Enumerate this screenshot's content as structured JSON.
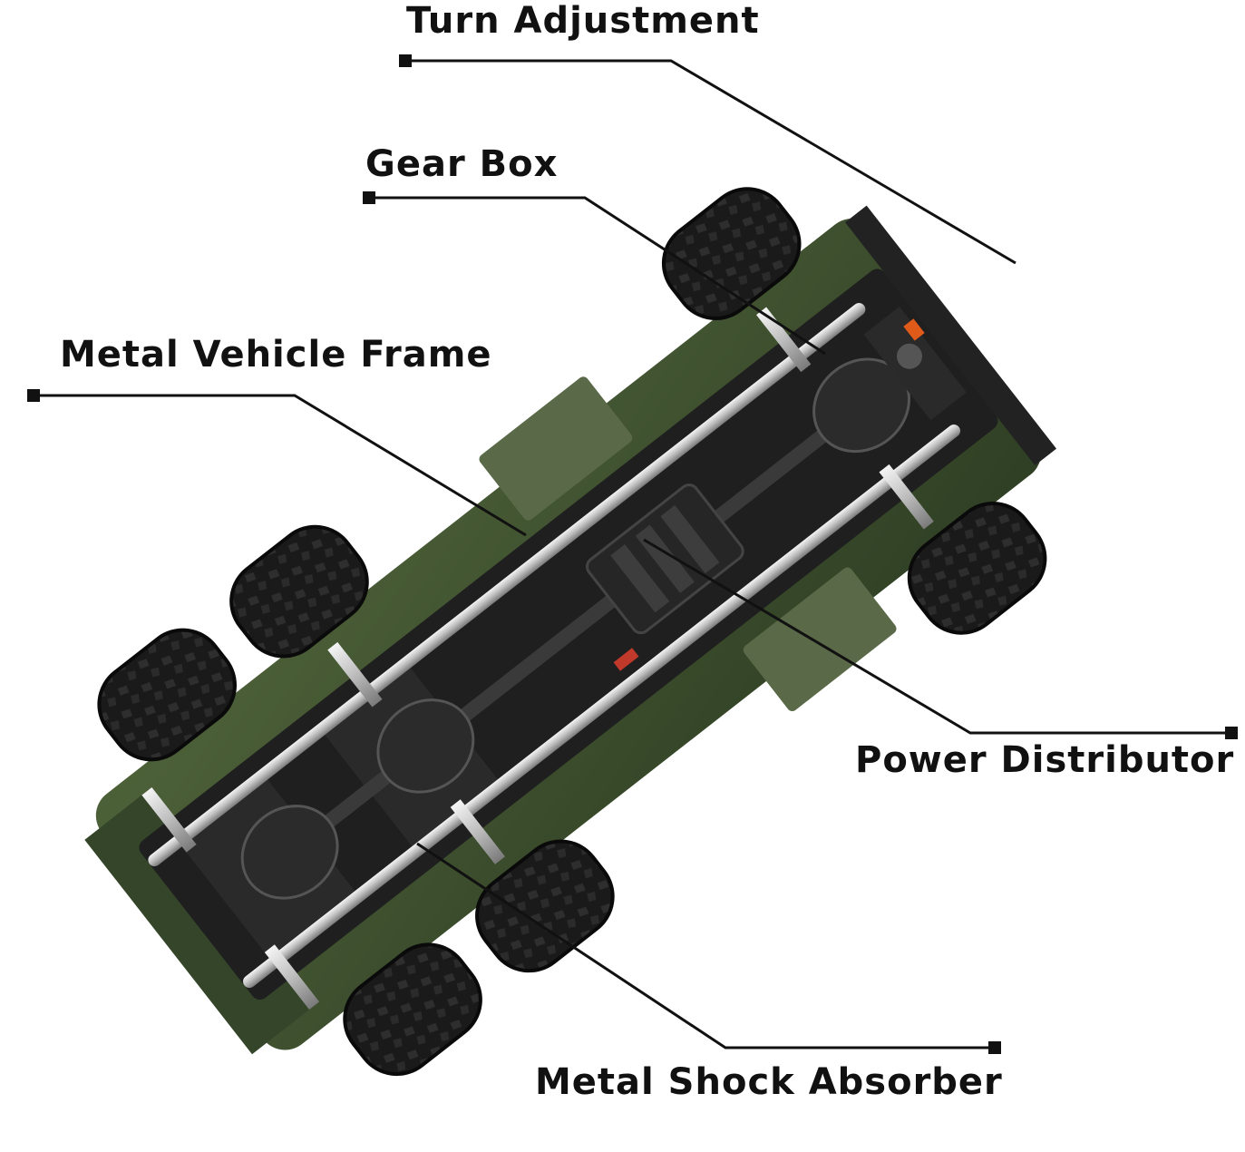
{
  "callouts": {
    "turn_adjustment": "Turn Adjustment",
    "gear_box": "Gear Box",
    "metal_vehicle_frame": "Metal Vehicle Frame",
    "power_distributor": "Power Distributor",
    "metal_shock_absorber": "Metal Shock Absorber"
  },
  "colors": {
    "body_green": "#3f5130",
    "chassis": "#1c1c1c",
    "tire": "#151515",
    "metal": "#c8c8c8",
    "leader_line": "#111111"
  }
}
